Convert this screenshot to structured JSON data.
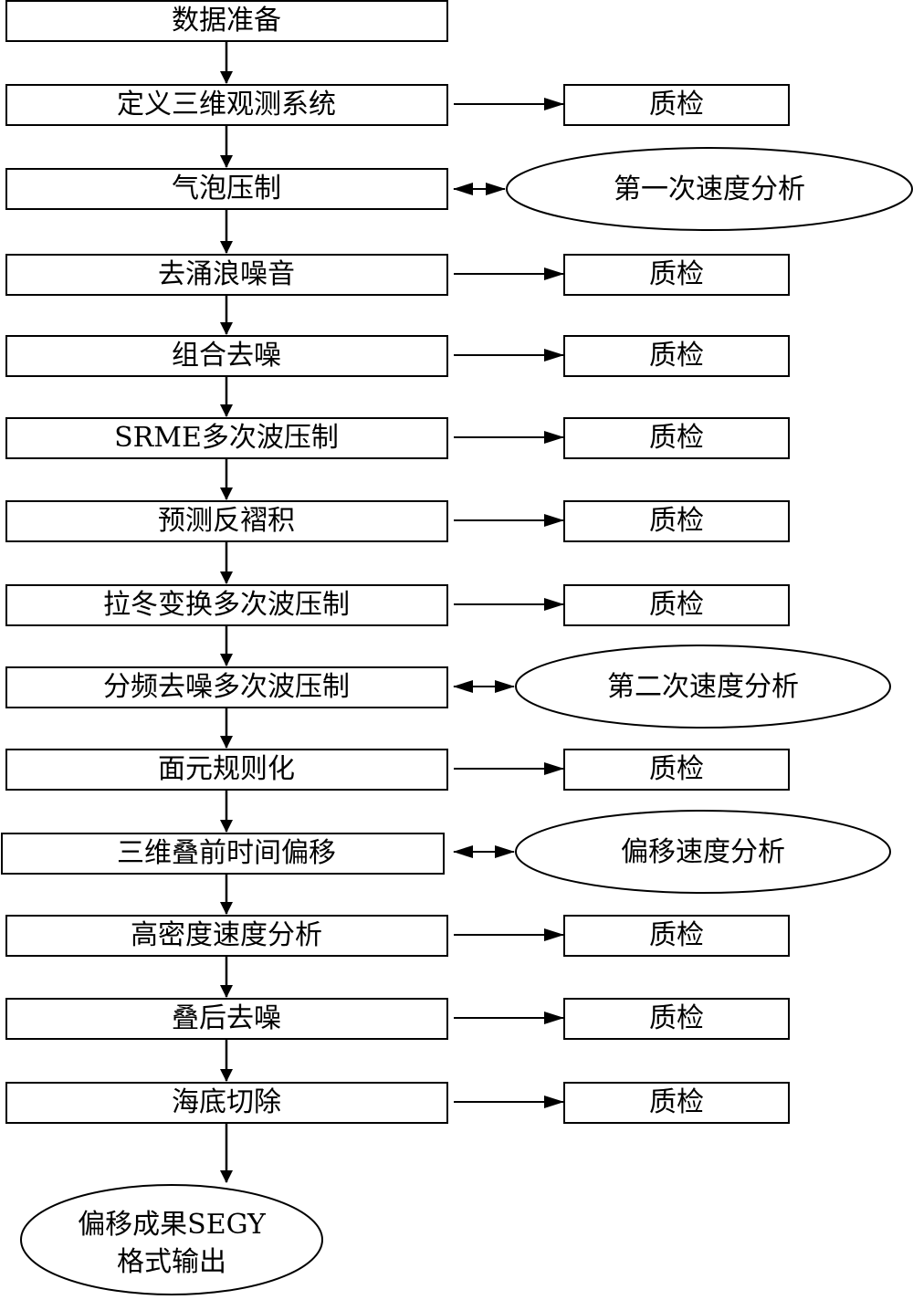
{
  "colors": {
    "stroke": "#000000",
    "fill": "#ffffff",
    "text": "#000000"
  },
  "steps": [
    {
      "label": "数据准备"
    },
    {
      "label": "定义三维观测系统",
      "side": "质检",
      "side_type": "qc"
    },
    {
      "label": "气泡压制",
      "side": "第一次速度分析",
      "side_type": "velocity"
    },
    {
      "label": "去涌浪噪音",
      "side": "质检",
      "side_type": "qc"
    },
    {
      "label": "组合去噪",
      "side": "质检",
      "side_type": "qc"
    },
    {
      "label": "SRME多次波压制",
      "side": "质检",
      "side_type": "qc"
    },
    {
      "label": "预测反褶积",
      "side": "质检",
      "side_type": "qc"
    },
    {
      "label": "拉冬变换多次波压制",
      "side": "质检",
      "side_type": "qc"
    },
    {
      "label": "分频去噪多次波压制",
      "side": "第二次速度分析",
      "side_type": "velocity"
    },
    {
      "label": "面元规则化",
      "side": "质检",
      "side_type": "qc"
    },
    {
      "label": "三维叠前时间偏移",
      "side": "偏移速度分析",
      "side_type": "velocity"
    },
    {
      "label": "高密度速度分析",
      "side": "质检",
      "side_type": "qc"
    },
    {
      "label": "叠后去噪",
      "side": "质检",
      "side_type": "qc"
    },
    {
      "label": "海底切除",
      "side": "质检",
      "side_type": "qc"
    }
  ],
  "output": {
    "line1": "偏移成果SEGY",
    "line2": "格式输出"
  }
}
